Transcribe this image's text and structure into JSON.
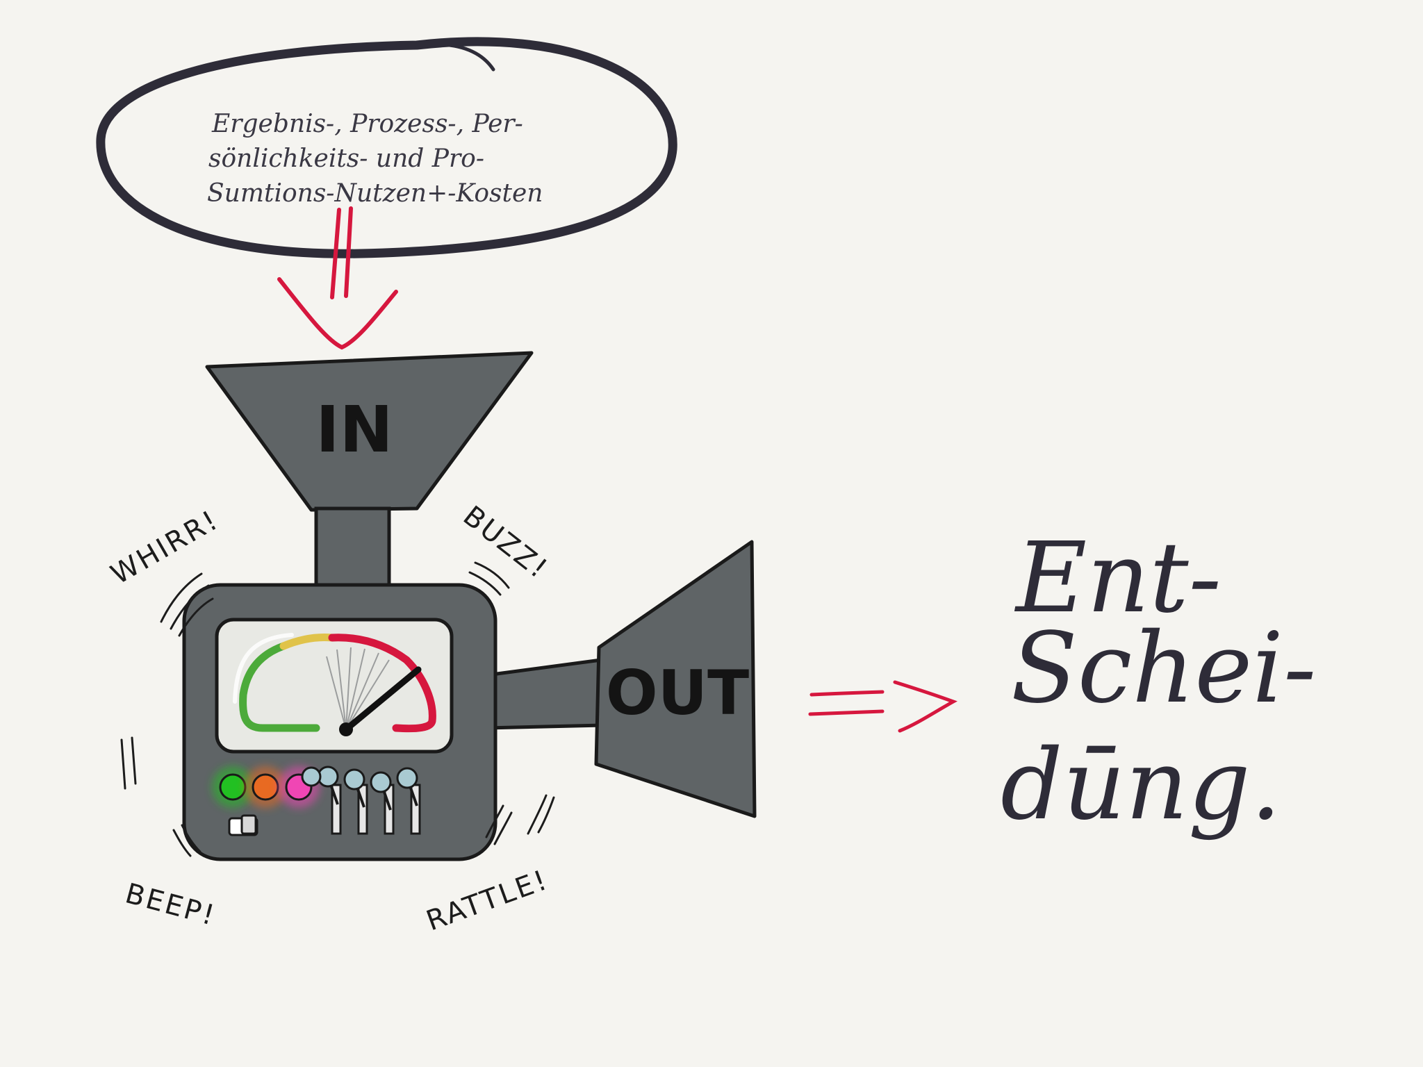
{
  "bubble": {
    "lines": [
      "Ergebnis-, Prozess-, Per-",
      "sönlichkeits- und Pro-",
      "Sumtions-Nutzen+-Kosten"
    ]
  },
  "machine": {
    "in_label": "IN",
    "out_label": "OUT",
    "gauge_level": 0.78,
    "lights": [
      "green",
      "orange",
      "pink"
    ],
    "slider_count": 4
  },
  "sounds": {
    "top_left": "WHIRR!",
    "top_right": "BUZZ!",
    "bottom_left": "BEEP!",
    "bottom_right": "RATTLE!"
  },
  "result": {
    "lines": [
      "Ent-",
      "Schei-",
      "dūng."
    ]
  },
  "colors": {
    "ink": "#2e2c38",
    "machine_gray": "#5f6466",
    "screen": "#e8e9e4",
    "accent_red": "#d6173e",
    "gauge_green": "#4caa3a",
    "gauge_yellow": "#e0c34a",
    "light_green": "#22c022",
    "light_orange": "#e86a22",
    "light_pink": "#f046b4",
    "knob_blue": "#a9cad2"
  }
}
